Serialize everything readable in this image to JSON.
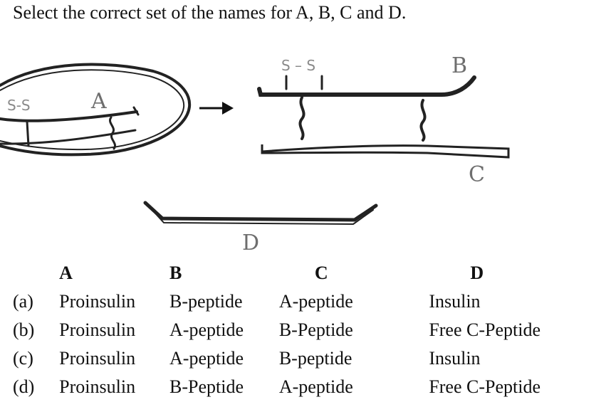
{
  "question": {
    "text": "Select the correct set of the names for A, B, C and D."
  },
  "figure": {
    "labels": {
      "A": "A",
      "B": "B",
      "C": "C",
      "D": "D",
      "ss_left": "S-S",
      "ss_right": "S – S"
    }
  },
  "options_table": {
    "headers": [
      "A",
      "B",
      "C",
      "D"
    ],
    "rows": [
      {
        "key": "(a)",
        "a": "Proinsulin",
        "b": "B-peptide",
        "c": "A-peptide",
        "d": "Insulin"
      },
      {
        "key": "(b)",
        "a": "Proinsulin",
        "b": "A-peptide",
        "c": "B-Peptide",
        "d": "Free C-Peptide"
      },
      {
        "key": "(c)",
        "a": "Proinsulin",
        "b": "A-peptide",
        "c": "B-peptide",
        "d": "Insulin"
      },
      {
        "key": "(d)",
        "a": "Proinsulin",
        "b": "B-Peptide",
        "c": "A-peptide",
        "d": "Free C-Peptide"
      }
    ]
  }
}
